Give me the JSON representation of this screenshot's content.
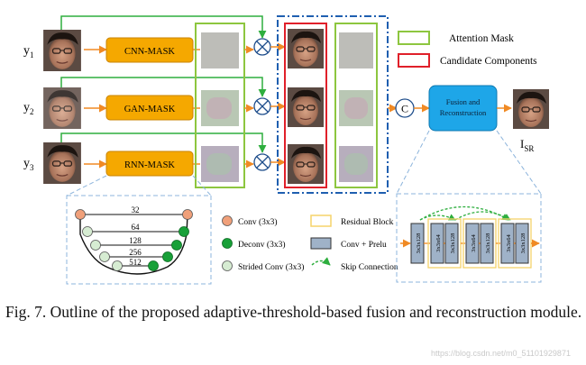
{
  "inputs": [
    {
      "label": "y",
      "sub": "1"
    },
    {
      "label": "y",
      "sub": "2"
    },
    {
      "label": "y",
      "sub": "3"
    }
  ],
  "masks": [
    "CNN-MASK",
    "GAN-MASK",
    "RNN-MASK"
  ],
  "legend_top": {
    "attention_mask": "Attention Mask",
    "candidate_components": "Candidate Components"
  },
  "concat_symbol": "C",
  "fusion_box": {
    "line1": "Fusion and",
    "line2": "Reconstruction"
  },
  "output": {
    "label": "I",
    "sub": "SR"
  },
  "unet_channels": [
    "32",
    "64",
    "128",
    "256",
    "512"
  ],
  "legend_bottom": {
    "conv": "Conv (3x3)",
    "deconv": "Deconv (3x3)",
    "strided_conv": "Strided Conv (3x3)",
    "residual_block": "Residual Block",
    "conv_prelu": "Conv + Prelu",
    "skip_connection": "Skip Connection"
  },
  "resblock_labels": [
    "3x3x128",
    "3x3x64",
    "3x3x128",
    "3x3x64",
    "3x3x128",
    "3x3x64",
    "3x3x128"
  ],
  "caption": "Fig. 7.  Outline of the proposed adaptive-threshold-based fusion and reconstruction module.",
  "watermark": "https://blog.csdn.net/m0_51101929871",
  "colors": {
    "mask_box": "#f5a800",
    "attention_green": "#8dc63f",
    "candidate_red": "#e0202a",
    "arrow_green": "#2eae3e",
    "arrow_orange": "#f08a24",
    "fusion_blue": "#1ea6e8",
    "dash_blue": "#1f5fb0",
    "conv_node": "#f0a07a",
    "deconv_node": "#18a038",
    "strided_node": "#d6ecd2"
  }
}
